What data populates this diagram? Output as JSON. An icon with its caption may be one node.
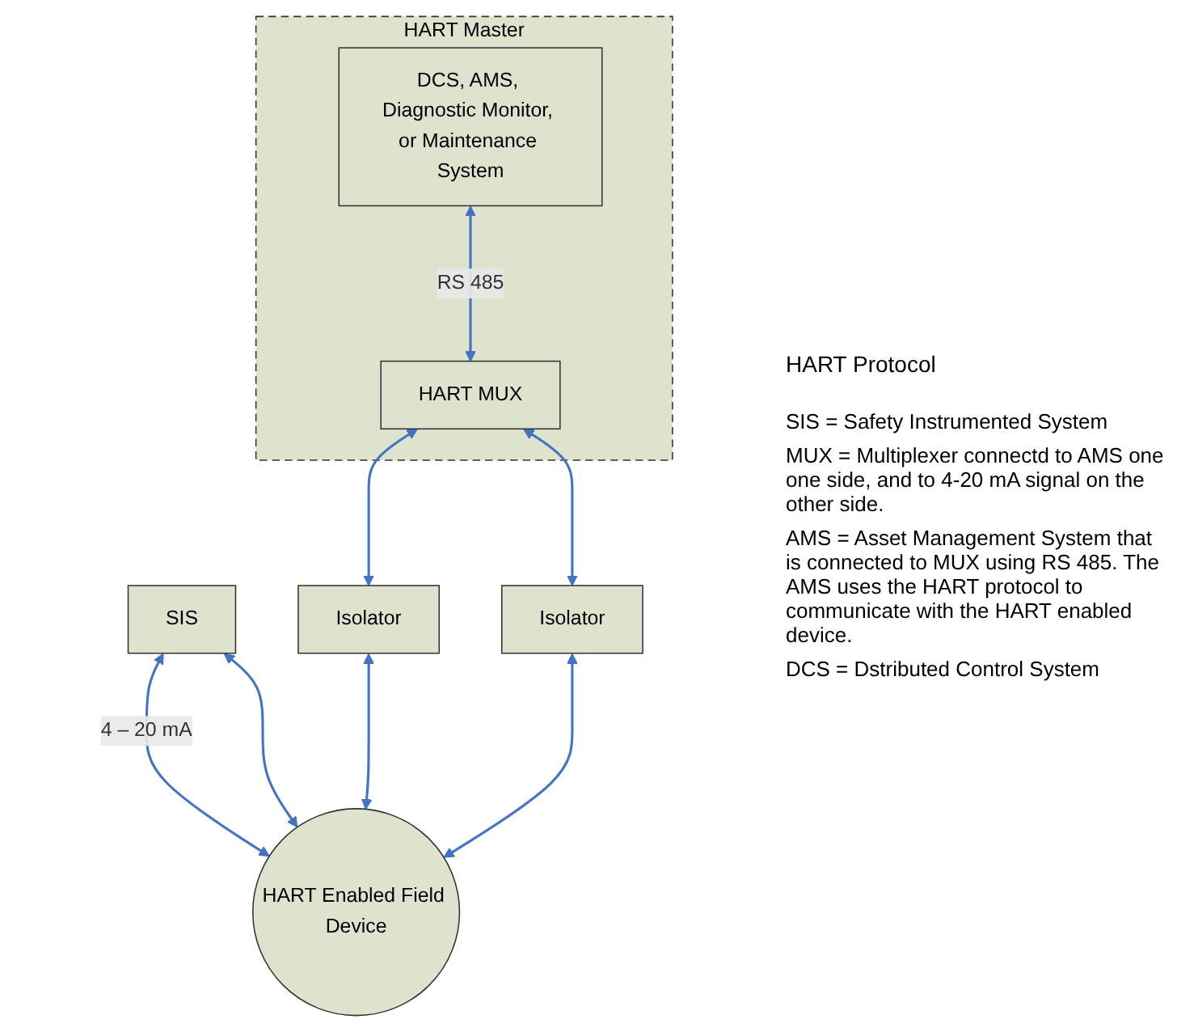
{
  "diagram": {
    "nodes": [
      {
        "text": [
          "SIS"
        ]
      },
      {
        "text": [
          "HART Master"
        ]
      },
      {
        "text": [
          "DCS, AMS, Diagnostic Monitor, or Maintenance System"
        ],
        "in": 1
      },
      {
        "text": [
          "HART MUX"
        ],
        "in": 1
      },
      {
        "text": [
          "Isolator"
        ]
      },
      {
        "text": [
          "Isolator"
        ]
      },
      {
        "text": [
          "HART Enabled Field Device"
        ]
      }
    ],
    "edges": [
      {
        "from": 0,
        "to": 6,
        "arrow": "both",
        "label": "4 – 20 mA"
      },
      {
        "from": 0,
        "to": 6,
        "arrow": "both"
      },
      {
        "from": 4,
        "to": 6,
        "arrow": "both"
      },
      {
        "from": 5,
        "to": 6,
        "arrow": "both"
      },
      {
        "from": 3,
        "to": 4,
        "arrow": "both"
      },
      {
        "from": 3,
        "to": 5,
        "arrow": "both"
      },
      {
        "from": 2,
        "to": 3,
        "arrow": "both",
        "label": "RS 485"
      }
    ],
    "labels": [
      "HART Protocol",
      "SIS = Safety Instrumented System",
      "MUX = Multiplexer connectd to AMS one one side, and to 4-20 mA signal on the other side.",
      "AMS = Asset Management System that is connected to MUX using RS 485. The AMS uses the HART protocol to communicate with the HART enabled device.",
      "DCS = Dstributed Control System"
    ]
  }
}
